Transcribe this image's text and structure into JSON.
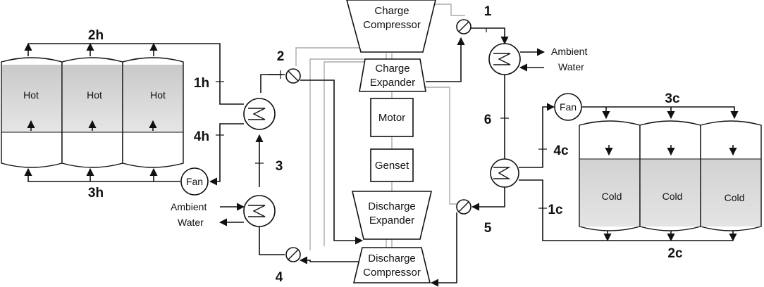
{
  "equipment": {
    "charge_compressor": [
      "Charge",
      "Compressor"
    ],
    "charge_expander": [
      "Charge",
      "Expander"
    ],
    "motor": "Motor",
    "genset": "Genset",
    "discharge_expander": [
      "Discharge",
      "Expander"
    ],
    "discharge_compressor": [
      "Discharge",
      "Compressor"
    ]
  },
  "tanks": {
    "hot": [
      "Hot",
      "Hot",
      "Hot"
    ],
    "cold": [
      "Cold",
      "Cold",
      "Cold"
    ]
  },
  "fans": {
    "hot": "Fan",
    "cold": "Fan"
  },
  "ambient_water": {
    "right": [
      "Ambient",
      "Water"
    ],
    "left": [
      "Ambient",
      "Water"
    ]
  },
  "states": {
    "s1": "1",
    "s2": "2",
    "s3": "3",
    "s4": "4",
    "s5": "5",
    "s6": "6",
    "h1": "1h",
    "h2": "2h",
    "h3": "3h",
    "h4": "4h",
    "c1": "1c",
    "c2": "2c",
    "c3": "3c",
    "c4": "4c"
  }
}
